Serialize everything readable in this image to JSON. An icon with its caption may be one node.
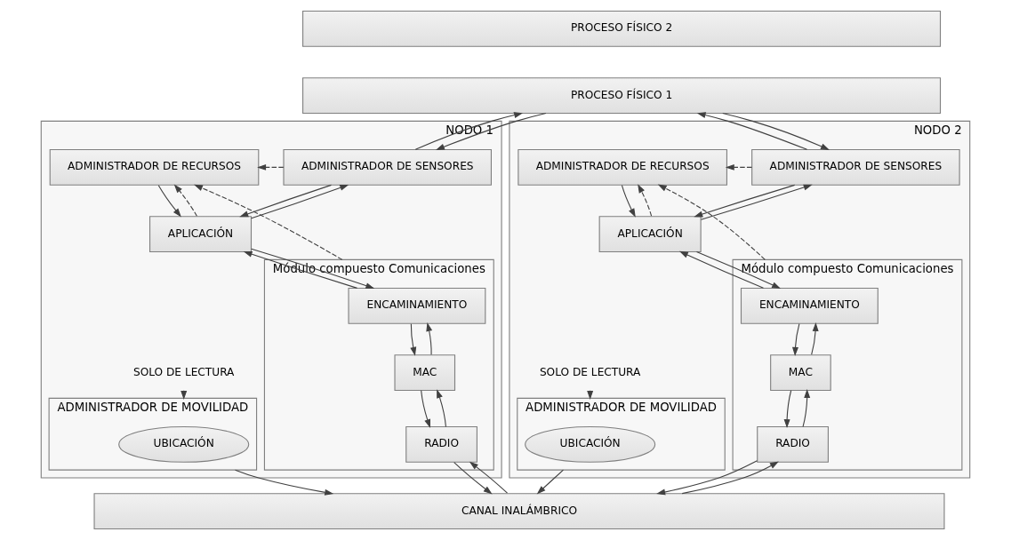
{
  "diagram": {
    "nodes": [
      {
        "text": [
          "PROCESO FÍSICO 2"
        ]
      },
      {
        "text": [
          "PROCESO FÍSICO 1"
        ]
      },
      {
        "text": [
          "NODO 1"
        ]
      },
      {
        "text": [
          "ADMINISTRADOR DE SENSORES"
        ],
        "in": 2
      },
      {
        "text": [
          "APLICACIÓN"
        ],
        "in": 2
      },
      {
        "text": [
          "ADMINISTRADOR DE RECURSOS"
        ],
        "in": 2
      },
      {
        "text": [
          "Módulo compuesto Comunicaciones"
        ],
        "in": 2
      },
      {
        "text": [
          "ENCAMINAMIENTO"
        ],
        "in": 6
      },
      {
        "text": [
          "MAC"
        ],
        "in": 6
      },
      {
        "text": [
          "RADIO"
        ],
        "in": 6
      },
      {
        "text": [
          "SOLO DE LECTURA"
        ],
        "in": 2
      },
      {
        "text": [
          "ADMINISTRADOR DE MOVILIDAD"
        ],
        "in": 2
      },
      {
        "text": [
          "UBICACIÓN"
        ],
        "in": 11
      },
      {
        "text": [
          "NODO 2"
        ]
      },
      {
        "text": [
          "ADMINISTRADOR DE SENSORES"
        ],
        "in": 13
      },
      {
        "text": [
          "APLICACIÓN"
        ],
        "in": 13
      },
      {
        "text": [
          "ADMINISTRADOR DE RECURSOS"
        ],
        "in": 13
      },
      {
        "text": [
          "Módulo compuesto Comunicaciones"
        ],
        "in": 13
      },
      {
        "text": [
          "ENCAMINAMIENTO"
        ],
        "in": 17
      },
      {
        "text": [
          "MAC"
        ],
        "in": 17
      },
      {
        "text": [
          "RADIO"
        ],
        "in": 17
      },
      {
        "text": [
          "SOLO DE LECTURA"
        ],
        "in": 13
      },
      {
        "text": [
          "ADMINISTRADOR DE MOVILIDAD"
        ],
        "in": 13
      },
      {
        "text": [
          "UBICACIÓN"
        ],
        "in": 22
      },
      {
        "text": [
          "CANAL INALÁMBRICO"
        ]
      }
    ],
    "edges": [
      {
        "from": 3,
        "to": 1,
        "arrow": "to"
      },
      {
        "from": 1,
        "to": 3,
        "arrow": "to"
      },
      {
        "from": 3,
        "to": 4,
        "arrow": "to"
      },
      {
        "from": 4,
        "to": 3,
        "arrow": "to"
      },
      {
        "from": 3,
        "to": 5,
        "arrow": "to",
        "style": "dashed"
      },
      {
        "from": 4,
        "to": 5,
        "arrow": "to",
        "style": "dashed"
      },
      {
        "from": 5,
        "to": 4,
        "arrow": "to"
      },
      {
        "from": 4,
        "to": 7,
        "arrow": "to"
      },
      {
        "from": 7,
        "to": 4,
        "arrow": "to"
      },
      {
        "from": 7,
        "to": 8,
        "arrow": "to"
      },
      {
        "from": 8,
        "to": 7,
        "arrow": "to"
      },
      {
        "from": 8,
        "to": 9,
        "arrow": "to"
      },
      {
        "from": 9,
        "to": 8,
        "arrow": "to"
      },
      {
        "from": 6,
        "to": 5,
        "arrow": "to",
        "style": "dashed"
      },
      {
        "from": 10,
        "to": 11,
        "arrow": "to"
      },
      {
        "from": 24,
        "to": 9,
        "arrow": "to"
      },
      {
        "from": 9,
        "to": 24,
        "arrow": "to"
      },
      {
        "from": 11,
        "to": 24,
        "arrow": "to"
      },
      {
        "from": 14,
        "to": 1,
        "arrow": "to"
      },
      {
        "from": 1,
        "to": 14,
        "arrow": "to"
      },
      {
        "from": 14,
        "to": 15,
        "arrow": "to"
      },
      {
        "from": 15,
        "to": 14,
        "arrow": "to"
      },
      {
        "from": 14,
        "to": 16,
        "arrow": "to",
        "style": "dashed"
      },
      {
        "from": 15,
        "to": 16,
        "arrow": "to",
        "style": "dashed"
      },
      {
        "from": 16,
        "to": 15,
        "arrow": "to"
      },
      {
        "from": 15,
        "to": 18,
        "arrow": "to"
      },
      {
        "from": 18,
        "to": 15,
        "arrow": "to"
      },
      {
        "from": 18,
        "to": 19,
        "arrow": "to"
      },
      {
        "from": 19,
        "to": 18,
        "arrow": "to"
      },
      {
        "from": 19,
        "to": 20,
        "arrow": "to"
      },
      {
        "from": 20,
        "to": 19,
        "arrow": "to"
      },
      {
        "from": 17,
        "to": 16,
        "arrow": "to",
        "style": "dashed"
      },
      {
        "from": 21,
        "to": 22,
        "arrow": "to"
      },
      {
        "from": 24,
        "to": 20,
        "arrow": "to"
      },
      {
        "from": 20,
        "to": 24,
        "arrow": "to"
      },
      {
        "from": 22,
        "to": 24,
        "arrow": "to"
      }
    ]
  }
}
